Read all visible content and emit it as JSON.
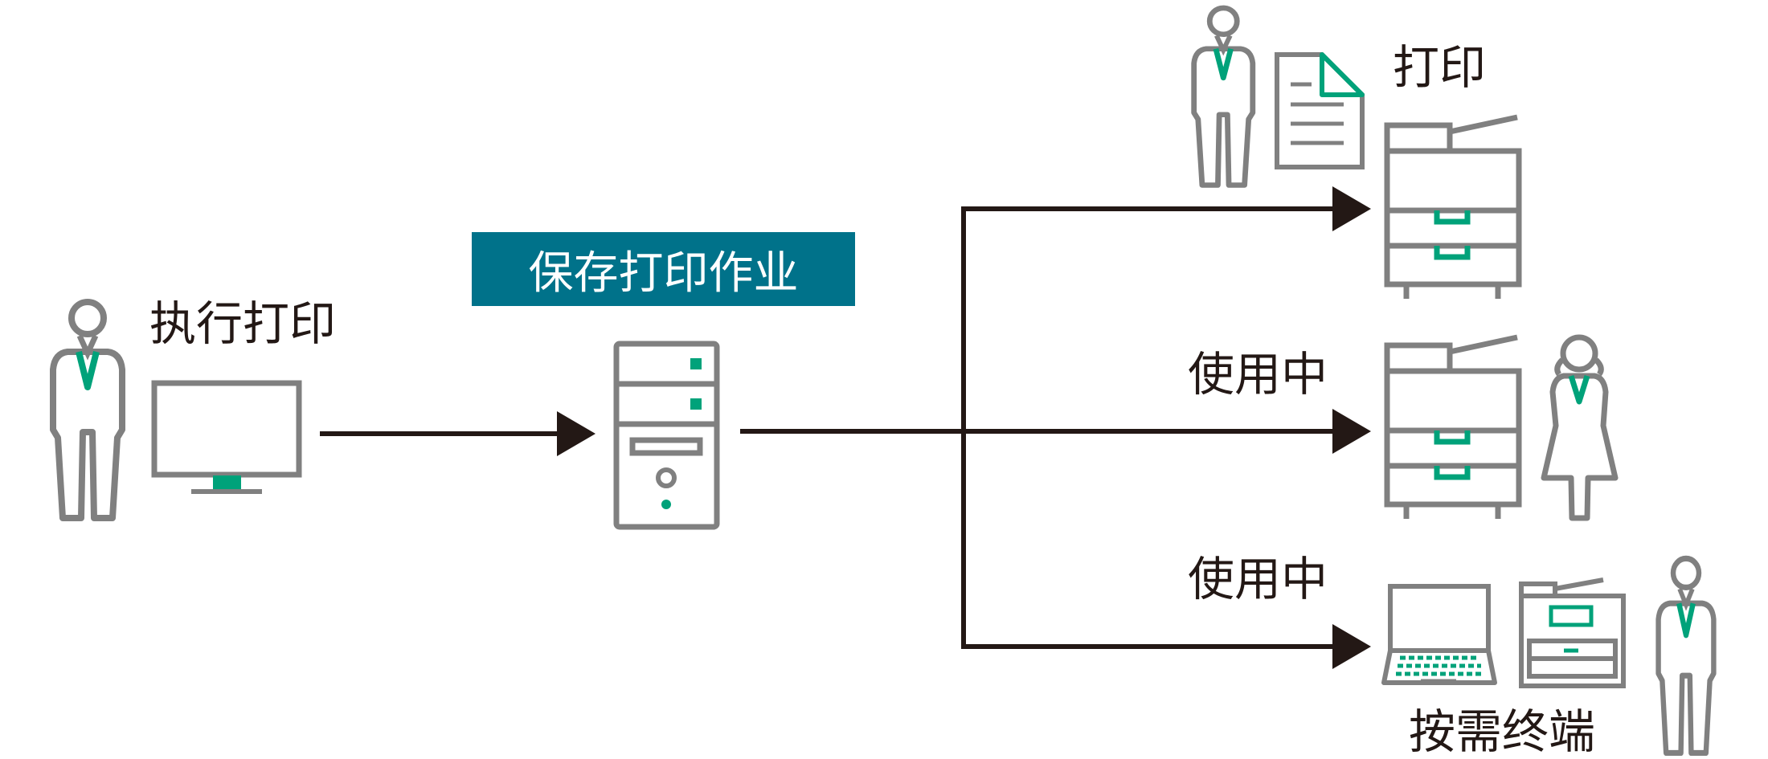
{
  "labels": {
    "execute_print": "执行打印",
    "save_job": "保存打印作业",
    "print": "打印",
    "in_use_1": "使用中",
    "in_use_2": "使用中",
    "on_demand_terminal": "按需终端"
  },
  "colors": {
    "banner": "#00728a",
    "accent": "#00a27a",
    "icon_gray": "#808080",
    "arrow": "#231815",
    "text": "#231815"
  },
  "icons": [
    "person-icon",
    "monitor-icon",
    "server-icon",
    "document-icon",
    "printer-icon",
    "woman-icon",
    "laptop-icon",
    "terminal-printer-icon"
  ]
}
